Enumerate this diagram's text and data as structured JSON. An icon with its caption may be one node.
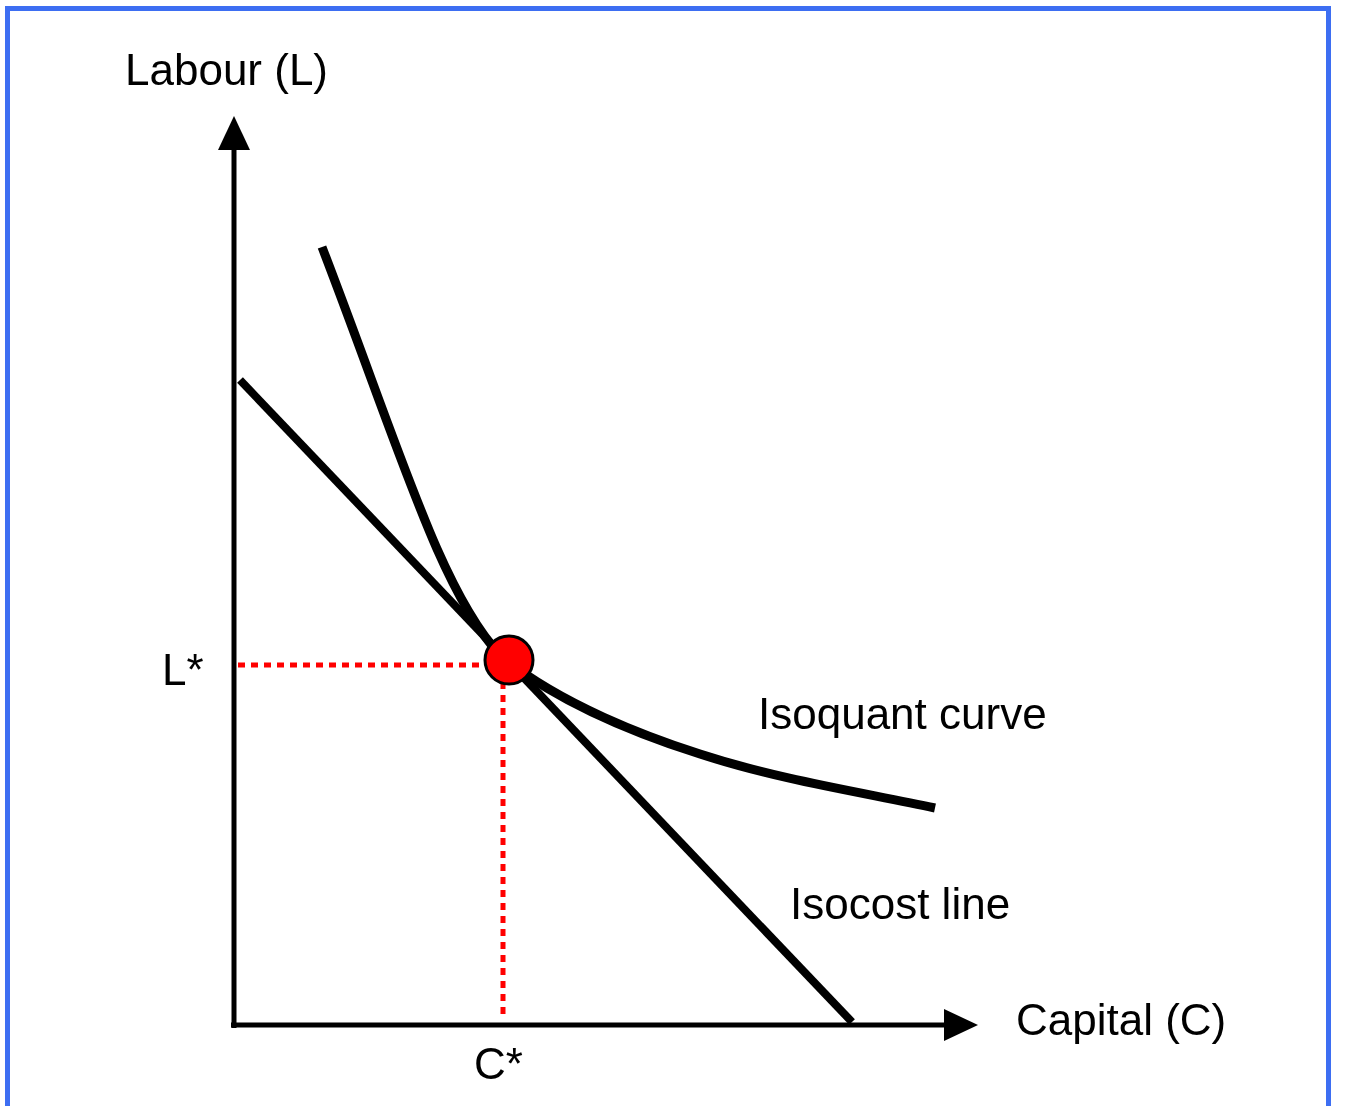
{
  "diagram": {
    "labels": [
      "Labour (L)",
      "L*",
      "Isoquant curve",
      "Isocost line",
      "Capital (C)",
      "C*"
    ]
  }
}
